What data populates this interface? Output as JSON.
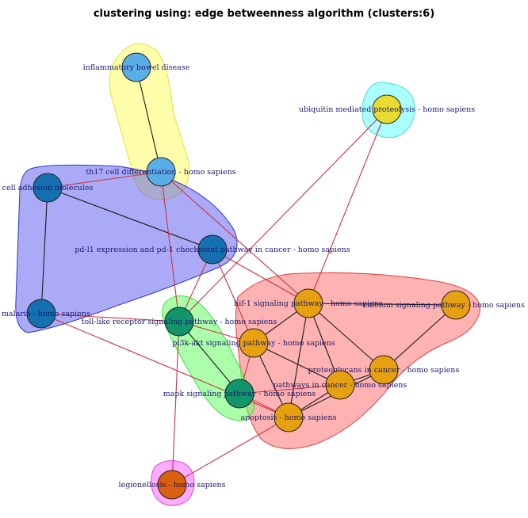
{
  "title": "clustering using: edge betweenness algorithm (clusters:6)",
  "clusters": [
    {
      "id": "c-yellow",
      "color": "#ffff66",
      "nodes": [
        "inflammatory bowel disease",
        "th17 cell differentiation - homo sapiens"
      ]
    },
    {
      "id": "c-cyan",
      "color": "#66ffff",
      "nodes": [
        "ubiquitin mediated proteolysis - homo sapiens"
      ]
    },
    {
      "id": "c-blue",
      "color": "#5555ee",
      "nodes": [
        "cell adhesion molecules",
        "pd-l1 expression and pd-1 checkpoint pathway in cancer - homo sapiens",
        "malaria - homo sapiens"
      ]
    },
    {
      "id": "c-red",
      "color": "#ff6666",
      "nodes": [
        "hif-1 signaling pathway - homo sapiens",
        "calcium signaling pathway - homo sapiens",
        "pi3k-akt signaling pathway - homo sapiens",
        "proteoglycans in cancer - homo sapiens",
        "pathways in cancer - homo sapiens",
        "apoptosis - homo sapiens"
      ]
    },
    {
      "id": "c-green",
      "color": "#66ff66",
      "nodes": [
        "toll-like receptor signaling pathway - homo sapiens",
        "mapk signaling pathway - homo sapiens"
      ]
    },
    {
      "id": "c-magenta",
      "color": "#ff66ff",
      "nodes": [
        "legionellosis - homo sapiens"
      ]
    }
  ],
  "nodes": [
    {
      "id": "ibd",
      "label": "inflammatory bowel disease",
      "color": "#5aaee6"
    },
    {
      "id": "th17",
      "label": "th17 cell differentiation - homo sapiens",
      "color": "#5aaee6"
    },
    {
      "id": "ubiq",
      "label": "ubiquitin mediated proteolysis - homo sapiens",
      "color": "#e8dc30"
    },
    {
      "id": "cam",
      "label": "cell adhesion molecules",
      "color": "#1570b0"
    },
    {
      "id": "pdl1",
      "label": "pd-l1 expression and pd-1 checkpoint pathway in cancer - homo sapiens",
      "color": "#1570b0"
    },
    {
      "id": "malaria",
      "label": "malaria - homo sapiens",
      "color": "#1570b0"
    },
    {
      "id": "hif1",
      "label": "hif-1 signaling pathway - homo sapiens",
      "color": "#e6a010"
    },
    {
      "id": "calcium",
      "label": "calcium signaling pathway - homo sapiens",
      "color": "#e6a010"
    },
    {
      "id": "tlr",
      "label": "toll-like receptor signaling pathway - homo sapiens",
      "color": "#12956a"
    },
    {
      "id": "pi3k",
      "label": "pi3k-akt signaling pathway - homo sapiens",
      "color": "#e6a010"
    },
    {
      "id": "proteo",
      "label": "proteoglycans in cancer - homo sapiens",
      "color": "#e6a010"
    },
    {
      "id": "pathcancer",
      "label": "pathways in cancer - homo sapiens",
      "color": "#e6a010"
    },
    {
      "id": "mapk",
      "label": "mapk signaling pathway - homo sapiens",
      "color": "#12956a"
    },
    {
      "id": "apoptosis",
      "label": "apoptosis - homo sapiens",
      "color": "#e6a010"
    },
    {
      "id": "legion",
      "label": "legionellosis - homo sapiens",
      "color": "#d9600f"
    }
  ],
  "edges": [
    {
      "from": "ibd",
      "to": "th17",
      "type": "intra"
    },
    {
      "from": "cam",
      "to": "pdl1",
      "type": "intra"
    },
    {
      "from": "cam",
      "to": "malaria",
      "type": "intra"
    },
    {
      "from": "tlr",
      "to": "mapk",
      "type": "intra"
    },
    {
      "from": "hif1",
      "to": "calcium",
      "type": "intra"
    },
    {
      "from": "hif1",
      "to": "pi3k",
      "type": "intra"
    },
    {
      "from": "hif1",
      "to": "proteo",
      "type": "intra"
    },
    {
      "from": "hif1",
      "to": "pathcancer",
      "type": "intra"
    },
    {
      "from": "hif1",
      "to": "apoptosis",
      "type": "intra"
    },
    {
      "from": "pi3k",
      "to": "apoptosis",
      "type": "intra"
    },
    {
      "from": "pi3k",
      "to": "pathcancer",
      "type": "intra"
    },
    {
      "from": "proteo",
      "to": "pathcancer",
      "type": "intra"
    },
    {
      "from": "proteo",
      "to": "apoptosis",
      "type": "intra"
    },
    {
      "from": "proteo",
      "to": "calcium",
      "type": "intra"
    },
    {
      "from": "pathcancer",
      "to": "apoptosis",
      "type": "intra"
    },
    {
      "from": "th17",
      "to": "cam",
      "type": "inter"
    },
    {
      "from": "th17",
      "to": "tlr",
      "type": "inter"
    },
    {
      "from": "th17",
      "to": "hif1",
      "type": "inter"
    },
    {
      "from": "ubiq",
      "to": "hif1",
      "type": "inter"
    },
    {
      "from": "ubiq",
      "to": "tlr",
      "type": "inter"
    },
    {
      "from": "pdl1",
      "to": "hif1",
      "type": "inter"
    },
    {
      "from": "pdl1",
      "to": "pi3k",
      "type": "inter"
    },
    {
      "from": "pdl1",
      "to": "tlr",
      "type": "inter"
    },
    {
      "from": "malaria",
      "to": "tlr",
      "type": "inter"
    },
    {
      "from": "malaria",
      "to": "apoptosis",
      "type": "inter"
    },
    {
      "from": "tlr",
      "to": "pi3k",
      "type": "inter"
    },
    {
      "from": "tlr",
      "to": "legion",
      "type": "inter"
    },
    {
      "from": "mapk",
      "to": "pi3k",
      "type": "inter"
    },
    {
      "from": "mapk",
      "to": "apoptosis",
      "type": "inter"
    },
    {
      "from": "mapk",
      "to": "pathcancer",
      "type": "inter"
    },
    {
      "from": "legion",
      "to": "apoptosis",
      "type": "inter"
    }
  ],
  "edge_colors": {
    "intra": "#1a1a1a",
    "inter": "#cc3344"
  }
}
